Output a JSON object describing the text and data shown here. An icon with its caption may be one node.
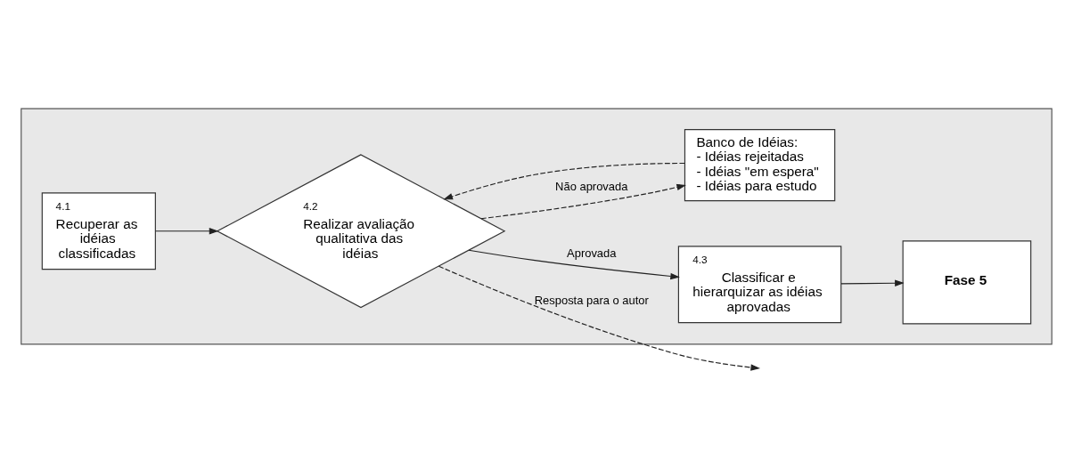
{
  "diagram": {
    "nodes": [
      {
        "text": [],
        "shape": "chevron"
      },
      {
        "text": [
          "4.1",
          "Recuperar as idéias classificadas"
        ],
        "in": 0
      },
      {
        "text": [
          "4.2",
          "Realizar avaliação qualitativa das idéias"
        ],
        "in": 0
      },
      {
        "text": [
          "4.3",
          "Classificar e hierarquizar as idéias aprovadas"
        ],
        "in": 0
      },
      {
        "text": [
          "Fase 5"
        ],
        "in": 0
      },
      {
        "text": [
          "Banco de Idéias:",
          "- Idéias rejeitadas",
          "- Idéias \"em espera\"",
          "- Idéias para estudo"
        ],
        "in": 0
      }
    ],
    "edges": [
      {
        "from": 1,
        "to": 2,
        "arrow": "to"
      },
      {
        "from": 2,
        "to": null,
        "arrow": "to",
        "style": "dashed",
        "label": "Resposta para o autor"
      },
      {
        "from": 2,
        "to": 3,
        "arrow": "to",
        "label": "Aprovada"
      },
      {
        "from": 2,
        "to": 5,
        "arrow": "to",
        "style": "dashed",
        "label": "Não aprovada"
      },
      {
        "from": 5,
        "to": 2,
        "arrow": "to",
        "style": "dashed"
      },
      {
        "from": 3,
        "to": 4,
        "arrow": "to"
      }
    ]
  }
}
